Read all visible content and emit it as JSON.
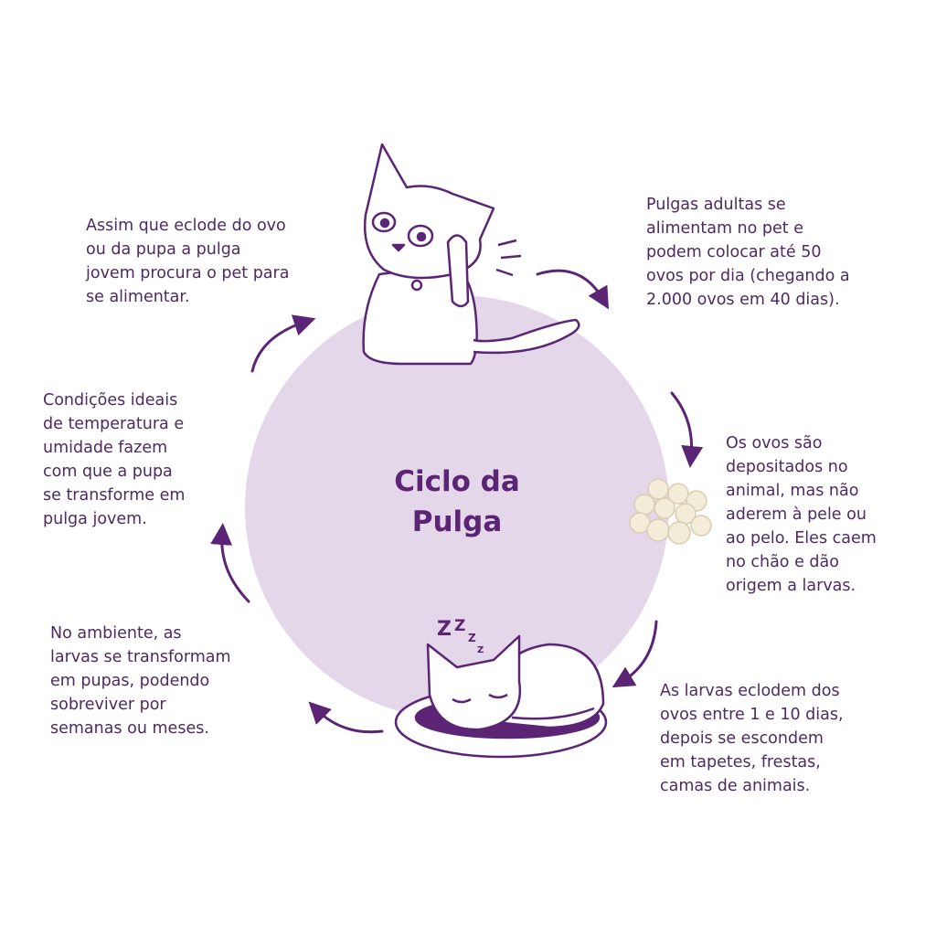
{
  "title": {
    "lines": [
      "Ciclo da",
      "Pulga"
    ]
  },
  "steps": [
    {
      "id": "young-flea-feeds",
      "lines": [
        "Assim que eclode do ovo",
        "ou da pupa a pulga",
        "jovem procura o pet para",
        "se alimentar."
      ]
    },
    {
      "id": "adult-fleas",
      "lines": [
        "Pulgas adultas se",
        "alimentam no pet e",
        "podem colocar até 50",
        "ovos por dia (chegando a",
        "2.000 ovos em 40 dias)."
      ]
    },
    {
      "id": "eggs",
      "lines": [
        "Os ovos são",
        "depositados no",
        "animal, mas não",
        "aderem à pele ou",
        "ao pelo. Eles caem",
        "no chão e dão",
        "origem a larvas."
      ]
    },
    {
      "id": "larvae",
      "lines": [
        "As larvas eclodem dos",
        "ovos entre 1 e 10 dias,",
        "depois se escondem",
        "em tapetes, frestas,",
        "camas de animais."
      ]
    },
    {
      "id": "pupae",
      "lines": [
        "No ambiente, as",
        "larvas se transformam",
        "em pupas, podendo",
        "sobreviver por",
        "semanas ou meses."
      ]
    },
    {
      "id": "conditions",
      "lines": [
        "Condições ideais",
        "de temperatura e",
        "umidade fazem",
        "com que a pupa",
        "se transforme em",
        "pulga jovem."
      ]
    }
  ],
  "colors": {
    "accent": "#5b2474",
    "circle": "#e3d7e9",
    "text": "#4d2a61"
  },
  "icons": [
    "scratching-cat-icon",
    "flea-eggs-icon",
    "sleeping-cat-icon",
    "cycle-arrow-icon"
  ]
}
